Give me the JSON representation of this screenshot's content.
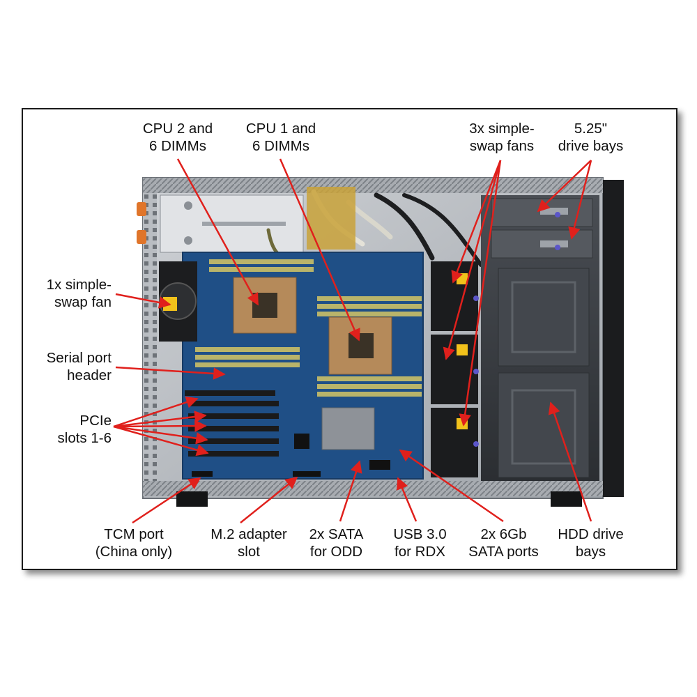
{
  "labels": {
    "cpu2": [
      "CPU 2 and",
      "6 DIMMs"
    ],
    "cpu1": [
      "CPU 1 and",
      "6 DIMMs"
    ],
    "fans3": [
      "3x simple-",
      "swap fans"
    ],
    "bays525": [
      "5.25\"",
      "drive bays"
    ],
    "fan1": [
      "1x simple-",
      "swap fan"
    ],
    "serial": [
      "Serial port",
      "header"
    ],
    "pcie": [
      "PCIe",
      "slots 1-6"
    ],
    "tcm": [
      "TCM port",
      "(China only)"
    ],
    "m2": [
      "M.2 adapter",
      "slot"
    ],
    "sataodd": [
      "2x SATA",
      "for ODD"
    ],
    "usb": [
      "USB 3.0",
      "for RDX"
    ],
    "sata6": [
      "2x 6Gb",
      "SATA ports"
    ],
    "hdd": [
      "HDD drive",
      "bays"
    ]
  },
  "colors": {
    "callout": "#e0201c",
    "chassis": "#3a3d42",
    "board": "#1f4f86",
    "dimm": "#b9b46a",
    "heatsink": "#b58a5a",
    "fan_label": "#f2c21b"
  }
}
